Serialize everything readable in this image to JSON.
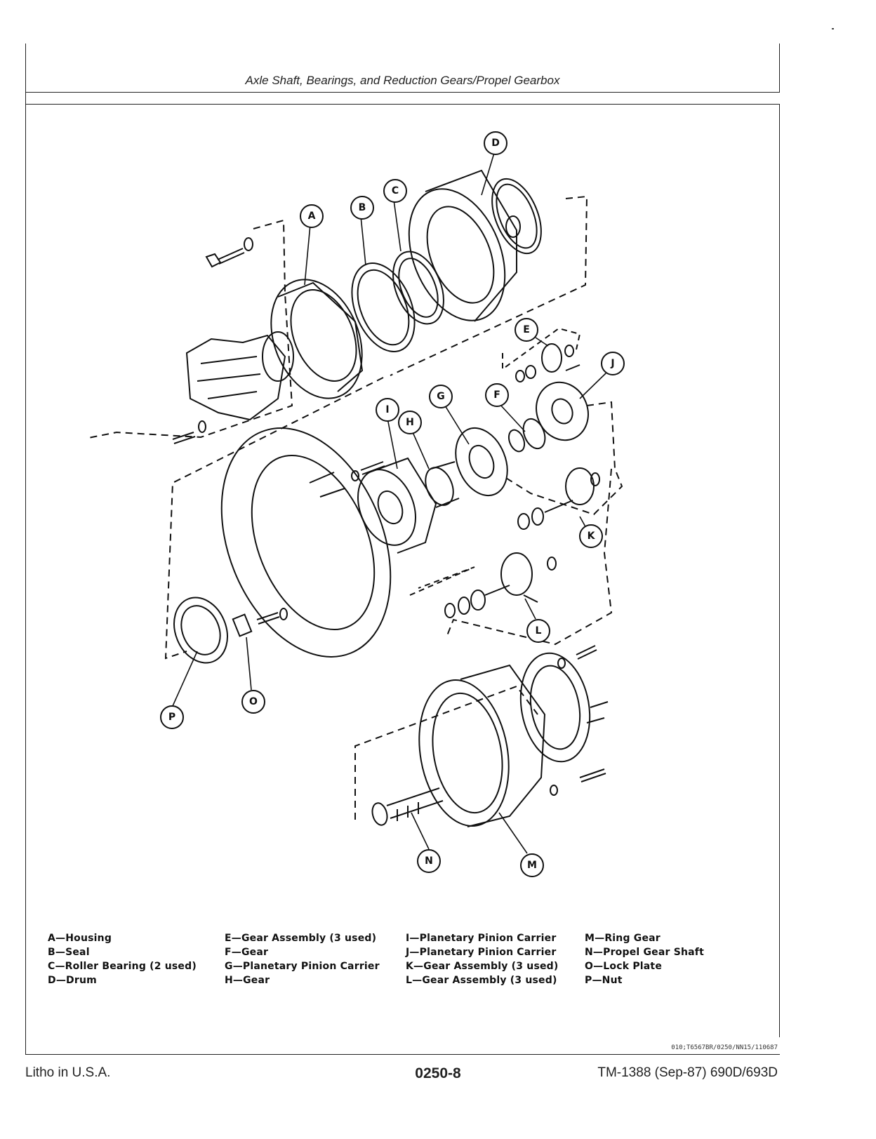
{
  "header": {
    "title": "Axle Shaft, Bearings, and Reduction Gears/Propel Gearbox"
  },
  "callouts": [
    "A",
    "B",
    "C",
    "D",
    "E",
    "F",
    "G",
    "H",
    "I",
    "J",
    "K",
    "L",
    "M",
    "N",
    "O",
    "P"
  ],
  "legend": {
    "col1": [
      "A—Housing",
      "B—Seal",
      "C—Roller Bearing (2 used)",
      "D—Drum"
    ],
    "col2": [
      "E—Gear Assembly (3 used)",
      "F—Gear",
      "G—Planetary Pinion Carrier",
      "H—Gear"
    ],
    "col3": [
      "I—Planetary Pinion Carrier",
      "J—Planetary Pinion Carrier",
      "K—Gear Assembly (3 used)",
      "L—Gear Assembly (3 used)"
    ],
    "col4": [
      "M—Ring Gear",
      "N—Propel Gear Shaft",
      "O—Lock Plate",
      "P—Nut"
    ]
  },
  "reference_code": "010;T6567BR/0250/NN15/110687",
  "footer": {
    "left": "Litho in U.S.A.",
    "center": "0250-8",
    "right": "TM-1388 (Sep-87) 690D/693D"
  }
}
